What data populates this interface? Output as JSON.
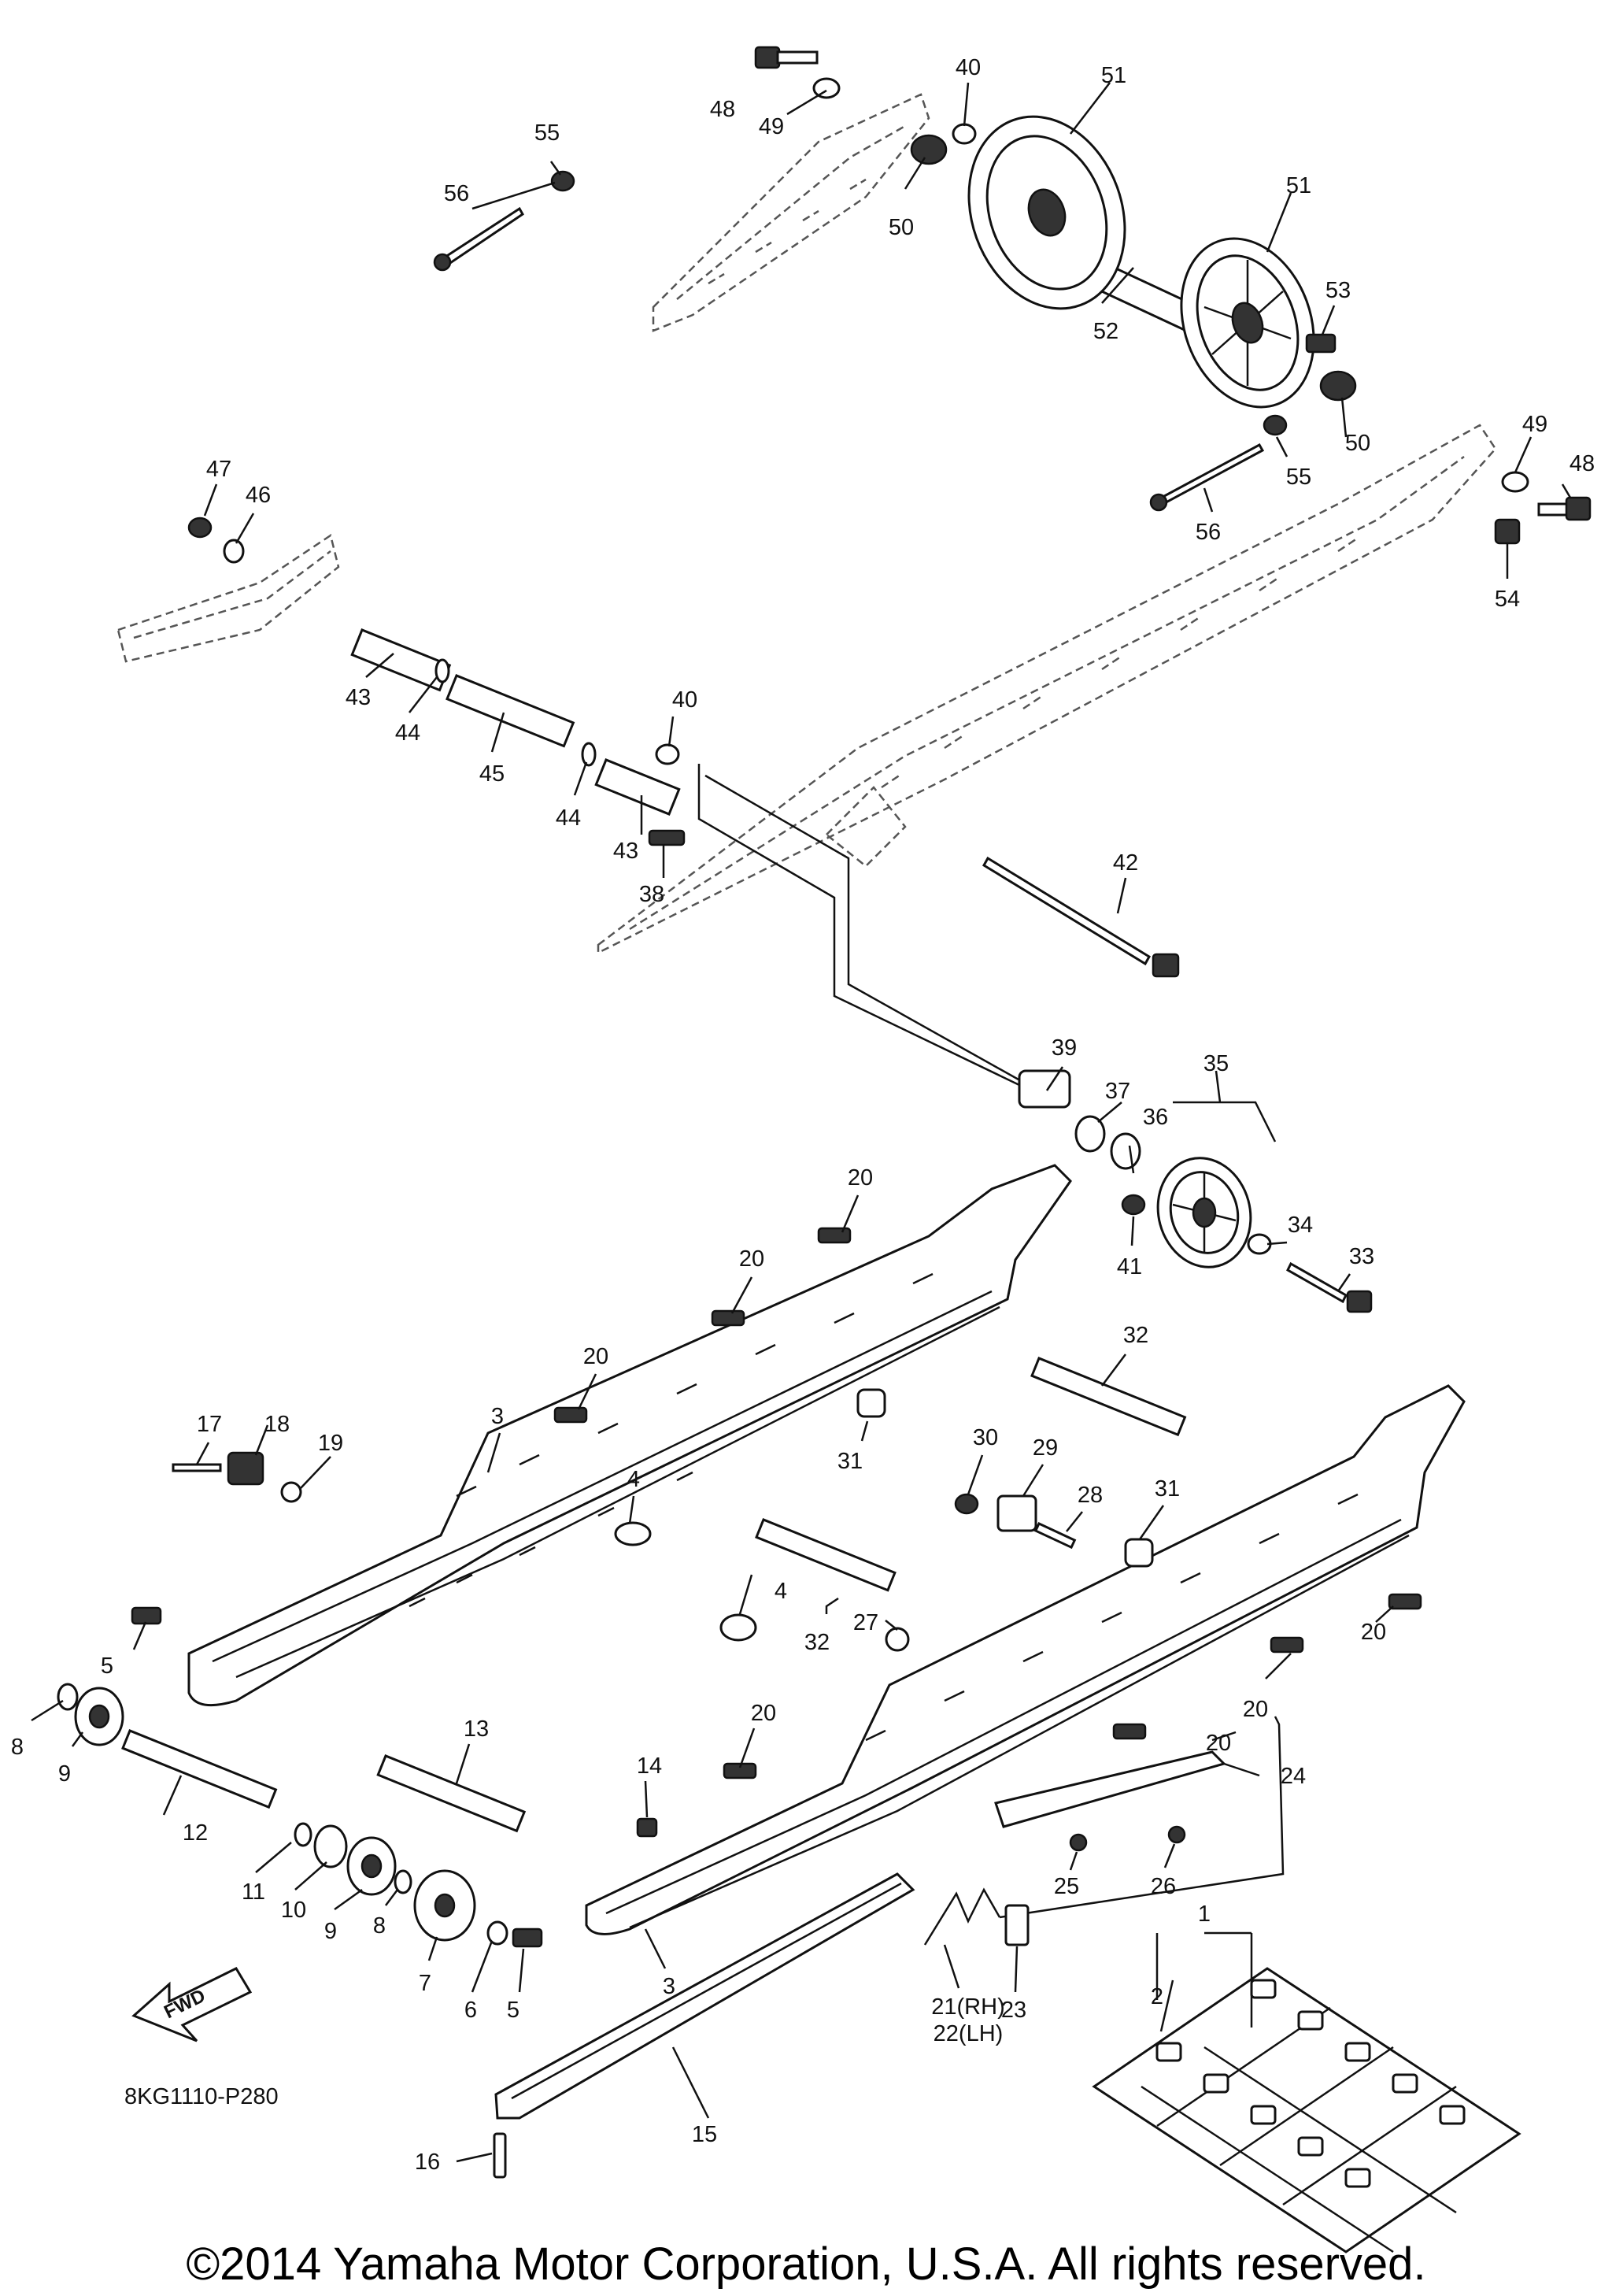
{
  "diagram_code": "8KG1110-P280",
  "fwd_label": "FWD",
  "copyright": "©2014 Yamaha Motor Corporation, U.S.A. All rights reserved.",
  "callouts": [
    {
      "text": "48"
    },
    {
      "text": "49"
    },
    {
      "text": "40"
    },
    {
      "text": "51"
    },
    {
      "text": "55"
    },
    {
      "text": "56"
    },
    {
      "text": "50"
    },
    {
      "text": "51"
    },
    {
      "text": "53"
    },
    {
      "text": "52"
    },
    {
      "text": "49"
    },
    {
      "text": "48"
    },
    {
      "text": "50"
    },
    {
      "text": "55"
    },
    {
      "text": "56"
    },
    {
      "text": "54"
    },
    {
      "text": "47"
    },
    {
      "text": "46"
    },
    {
      "text": "43"
    },
    {
      "text": "44"
    },
    {
      "text": "45"
    },
    {
      "text": "40"
    },
    {
      "text": "44"
    },
    {
      "text": "43"
    },
    {
      "text": "38"
    },
    {
      "text": "42"
    },
    {
      "text": "39"
    },
    {
      "text": "37"
    },
    {
      "text": "35"
    },
    {
      "text": "36"
    },
    {
      "text": "34"
    },
    {
      "text": "33"
    },
    {
      "text": "41"
    },
    {
      "text": "20"
    },
    {
      "text": "20"
    },
    {
      "text": "32"
    },
    {
      "text": "20"
    },
    {
      "text": "31"
    },
    {
      "text": "3"
    },
    {
      "text": "30"
    },
    {
      "text": "29"
    },
    {
      "text": "28"
    },
    {
      "text": "31"
    },
    {
      "text": "17"
    },
    {
      "text": "18"
    },
    {
      "text": "19"
    },
    {
      "text": "4"
    },
    {
      "text": "20"
    },
    {
      "text": "5"
    },
    {
      "text": "4"
    },
    {
      "text": "32"
    },
    {
      "text": "27"
    },
    {
      "text": "20"
    },
    {
      "text": "8"
    },
    {
      "text": "9"
    },
    {
      "text": "12"
    },
    {
      "text": "13"
    },
    {
      "text": "20"
    },
    {
      "text": "20"
    },
    {
      "text": "24"
    },
    {
      "text": "14"
    },
    {
      "text": "11"
    },
    {
      "text": "10"
    },
    {
      "text": "9"
    },
    {
      "text": "8"
    },
    {
      "text": "7"
    },
    {
      "text": "6"
    },
    {
      "text": "5"
    },
    {
      "text": "3"
    },
    {
      "text": "25"
    },
    {
      "text": "26"
    },
    {
      "text": "1"
    },
    {
      "text": "2"
    },
    {
      "text": "21(RH)"
    },
    {
      "text": "22(LH)"
    },
    {
      "text": "23"
    },
    {
      "text": "15"
    },
    {
      "text": "16"
    }
  ]
}
